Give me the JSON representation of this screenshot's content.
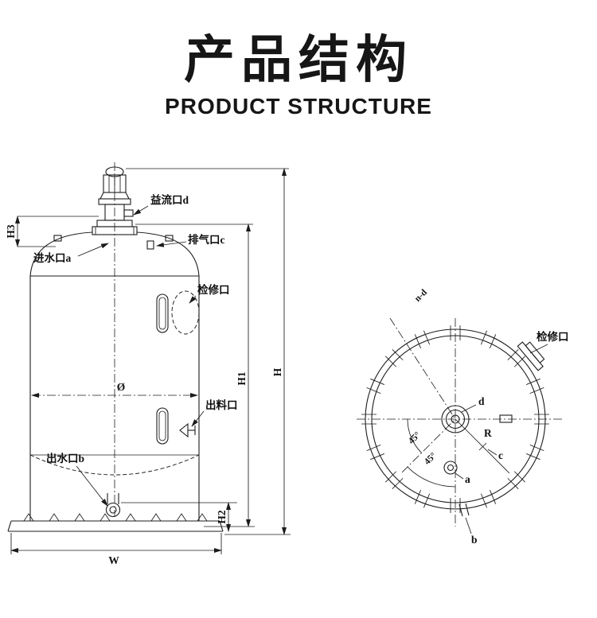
{
  "header": {
    "title": "产品结构",
    "subtitle": "PRODUCT STRUCTURE"
  },
  "side_view": {
    "label_overflow": "益流口d",
    "label_exhaust": "排气口c",
    "label_inlet": "进水口a",
    "label_manhole": "检修口",
    "label_discharge": "出料口",
    "label_outlet": "出水口b",
    "dim_h3": "H3",
    "dim_h1": "H1",
    "dim_h": "H",
    "dim_h2": "H2",
    "dim_w": "W",
    "dim_diameter": "Ø"
  },
  "top_view": {
    "label_bolt_circle": "n-d",
    "label_manhole": "检修口",
    "label_d": "d",
    "label_r": "R",
    "label_c": "c",
    "label_a": "a",
    "label_b": "b",
    "angle_upper": "45°",
    "angle_lower": "45°"
  },
  "colors": {
    "ink": "#1c1c1c",
    "paper": "#ffffff"
  }
}
